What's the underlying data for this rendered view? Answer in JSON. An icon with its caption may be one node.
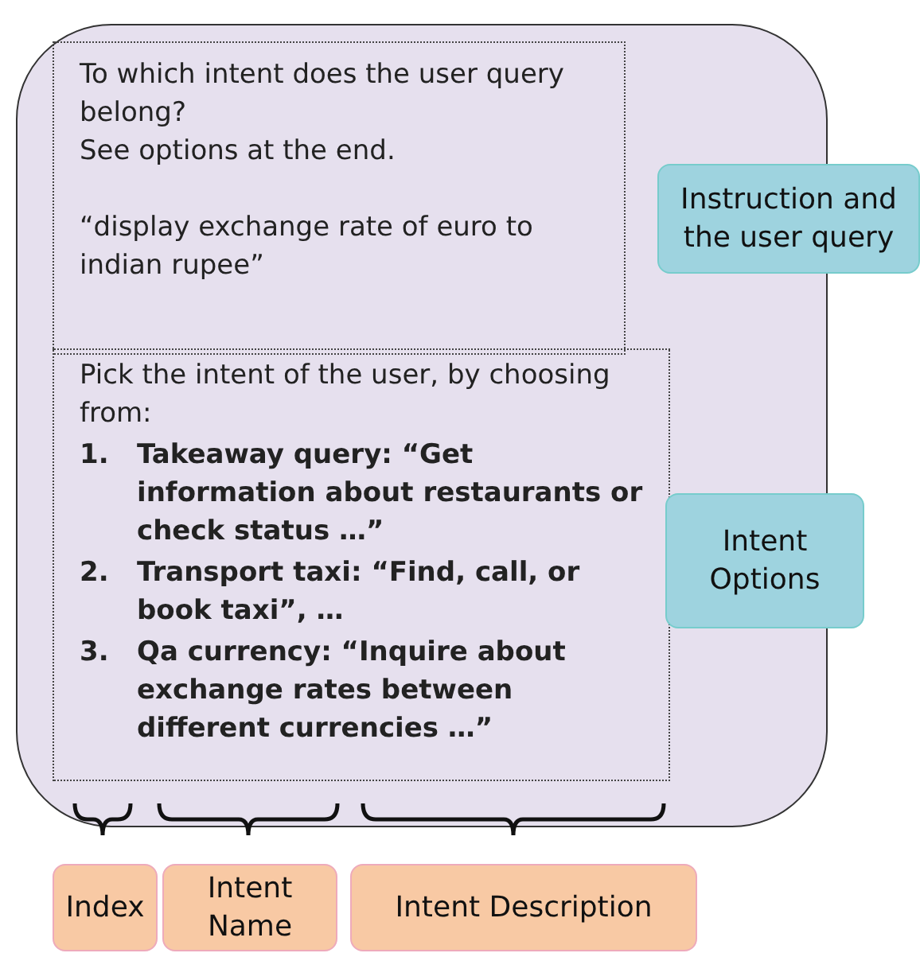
{
  "diagram": {
    "nodes": [
      {
        "text": [],
        "shape": "box"
      },
      {
        "text": [
          "To which intent does the user query belong?",
          "See options at the end.",
          "“display exchange rate of euro to indian rupee”"
        ],
        "in": 0
      },
      {
        "text": [
          "Pick the intent of the user, by choosing from:",
          "1.",
          "Takeaway query: “Get information about restaurants or check status …”",
          "2.",
          "Transport taxi: “Find, call, or book taxi”, …",
          "3.",
          "Qa currency: “Inquire about exchange rates between different currencies …”"
        ],
        "in": 0
      },
      {
        "text": [
          "Instruction and the user query"
        ]
      },
      {
        "text": [
          "Intent Options"
        ]
      },
      {
        "text": [
          "Index"
        ]
      },
      {
        "text": [
          "Intent Name"
        ]
      },
      {
        "text": [
          "Intent Description"
        ]
      }
    ],
    "edges": []
  }
}
